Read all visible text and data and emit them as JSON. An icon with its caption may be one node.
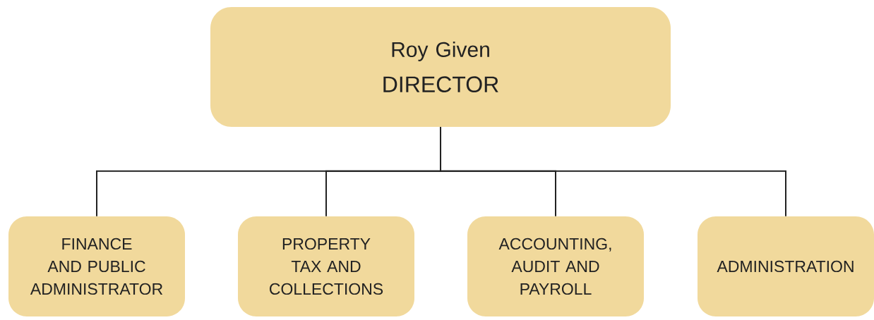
{
  "diagram": {
    "nodes": [
      {
        "text": [
          "Roy Given",
          "DIRECTOR"
        ]
      },
      {
        "text": [
          "FINANCE AND PUBLIC ADMINISTRATOR"
        ]
      },
      {
        "text": [
          "PROPERTY TAX AND COLLECTIONS"
        ]
      },
      {
        "text": [
          "ACCOUNTING, AUDIT AND PAYROLL"
        ]
      },
      {
        "text": [
          "ADMINISTRATION"
        ]
      }
    ],
    "edges": [
      {
        "from": 0,
        "to": 1,
        "arrow": "none"
      },
      {
        "from": 0,
        "to": 2,
        "arrow": "none"
      },
      {
        "from": 0,
        "to": 3,
        "arrow": "none"
      },
      {
        "from": 0,
        "to": 4,
        "arrow": "none"
      }
    ]
  }
}
